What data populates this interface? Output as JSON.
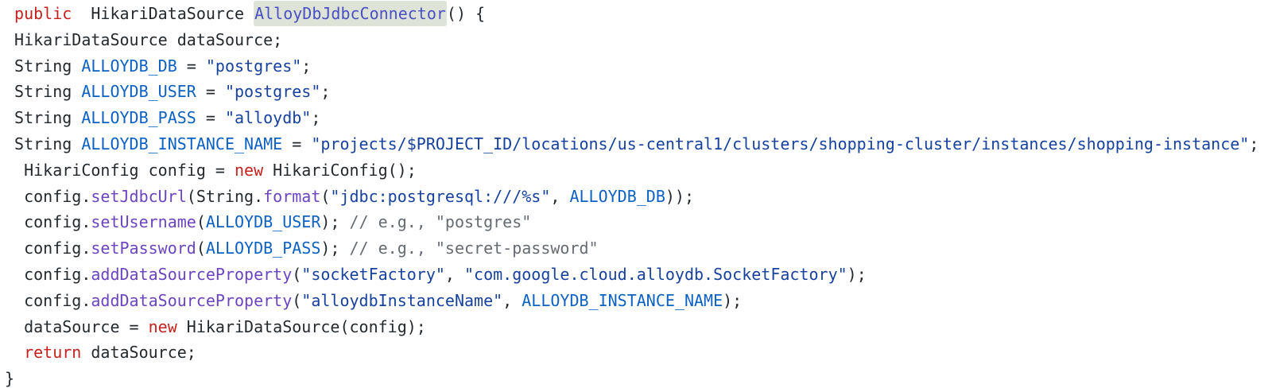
{
  "page": {
    "background": "#ffffff",
    "description": "Java code snippet for an AlloyDB JDBC connector using HikariCP"
  },
  "palette": {
    "plain": "#24292e",
    "keyword": "#c5221f",
    "variable": "#0d61c2",
    "method": "#6b44c0",
    "string": "#16419c",
    "comment": "#666b72",
    "function_def": "#4a50c4",
    "highlight_bg": "#dde3d7"
  },
  "code": {
    "language": "java",
    "highlighted_token": "AlloyDbJdbcConnector",
    "lines": [
      {
        "segments": [
          {
            "text": " ",
            "color": "plain"
          },
          {
            "text": "public",
            "color": "keyword"
          },
          {
            "text": "  HikariDataSource ",
            "color": "plain"
          },
          {
            "text": "AlloyDbJdbcConnector",
            "color": "function_def",
            "highlight": true
          },
          {
            "text": "() {",
            "color": "plain"
          }
        ]
      },
      {
        "segments": [
          {
            "text": " HikariDataSource dataSource;",
            "color": "plain"
          }
        ]
      },
      {
        "segments": [
          {
            "text": " String ",
            "color": "plain"
          },
          {
            "text": "ALLOYDB_DB",
            "color": "variable"
          },
          {
            "text": " = ",
            "color": "plain"
          },
          {
            "text": "\"postgres\"",
            "color": "string"
          },
          {
            "text": ";",
            "color": "plain"
          }
        ]
      },
      {
        "segments": [
          {
            "text": " String ",
            "color": "plain"
          },
          {
            "text": "ALLOYDB_USER",
            "color": "variable"
          },
          {
            "text": " = ",
            "color": "plain"
          },
          {
            "text": "\"postgres\"",
            "color": "string"
          },
          {
            "text": ";",
            "color": "plain"
          }
        ]
      },
      {
        "segments": [
          {
            "text": " String ",
            "color": "plain"
          },
          {
            "text": "ALLOYDB_PASS",
            "color": "variable"
          },
          {
            "text": " = ",
            "color": "plain"
          },
          {
            "text": "\"alloydb\"",
            "color": "string"
          },
          {
            "text": ";",
            "color": "plain"
          }
        ]
      },
      {
        "segments": [
          {
            "text": " String ",
            "color": "plain"
          },
          {
            "text": "ALLOYDB_INSTANCE_NAME",
            "color": "variable"
          },
          {
            "text": " = ",
            "color": "plain"
          },
          {
            "text": "\"projects/$PROJECT_ID/locations/us-central1/clusters/shopping-cluster/instances/shopping-instance\"",
            "color": "string"
          },
          {
            "text": ";",
            "color": "plain"
          }
        ]
      },
      {
        "segments": [
          {
            "text": "  HikariConfig config = ",
            "color": "plain"
          },
          {
            "text": "new",
            "color": "keyword"
          },
          {
            "text": " HikariConfig();",
            "color": "plain"
          }
        ]
      },
      {
        "segments": [
          {
            "text": "  config.",
            "color": "plain"
          },
          {
            "text": "setJdbcUrl",
            "color": "method"
          },
          {
            "text": "(String.",
            "color": "plain"
          },
          {
            "text": "format",
            "color": "method"
          },
          {
            "text": "(",
            "color": "plain"
          },
          {
            "text": "\"jdbc:postgresql:///%s\"",
            "color": "string"
          },
          {
            "text": ", ",
            "color": "plain"
          },
          {
            "text": "ALLOYDB_DB",
            "color": "variable"
          },
          {
            "text": "));",
            "color": "plain"
          }
        ]
      },
      {
        "segments": [
          {
            "text": "  config.",
            "color": "plain"
          },
          {
            "text": "setUsername",
            "color": "method"
          },
          {
            "text": "(",
            "color": "plain"
          },
          {
            "text": "ALLOYDB_USER",
            "color": "variable"
          },
          {
            "text": "); ",
            "color": "plain"
          },
          {
            "text": "// e.g., \"postgres\"",
            "color": "comment"
          }
        ]
      },
      {
        "segments": [
          {
            "text": "  config.",
            "color": "plain"
          },
          {
            "text": "setPassword",
            "color": "method"
          },
          {
            "text": "(",
            "color": "plain"
          },
          {
            "text": "ALLOYDB_PASS",
            "color": "variable"
          },
          {
            "text": "); ",
            "color": "plain"
          },
          {
            "text": "// e.g., \"secret-password\"",
            "color": "comment"
          }
        ]
      },
      {
        "segments": [
          {
            "text": "  config.",
            "color": "plain"
          },
          {
            "text": "addDataSourceProperty",
            "color": "method"
          },
          {
            "text": "(",
            "color": "plain"
          },
          {
            "text": "\"socketFactory\"",
            "color": "string"
          },
          {
            "text": ", ",
            "color": "plain"
          },
          {
            "text": "\"com.google.cloud.alloydb.SocketFactory\"",
            "color": "string"
          },
          {
            "text": ");",
            "color": "plain"
          }
        ]
      },
      {
        "segments": [
          {
            "text": "  config.",
            "color": "plain"
          },
          {
            "text": "addDataSourceProperty",
            "color": "method"
          },
          {
            "text": "(",
            "color": "plain"
          },
          {
            "text": "\"alloydbInstanceName\"",
            "color": "string"
          },
          {
            "text": ", ",
            "color": "plain"
          },
          {
            "text": "ALLOYDB_INSTANCE_NAME",
            "color": "variable"
          },
          {
            "text": ");",
            "color": "plain"
          }
        ]
      },
      {
        "segments": [
          {
            "text": "  dataSource = ",
            "color": "plain"
          },
          {
            "text": "new",
            "color": "keyword"
          },
          {
            "text": " HikariDataSource(config);",
            "color": "plain"
          }
        ]
      },
      {
        "segments": [
          {
            "text": "  ",
            "color": "plain"
          },
          {
            "text": "return",
            "color": "keyword"
          },
          {
            "text": " dataSource;",
            "color": "plain"
          }
        ]
      },
      {
        "segments": [
          {
            "text": "}",
            "color": "plain"
          }
        ]
      }
    ]
  }
}
